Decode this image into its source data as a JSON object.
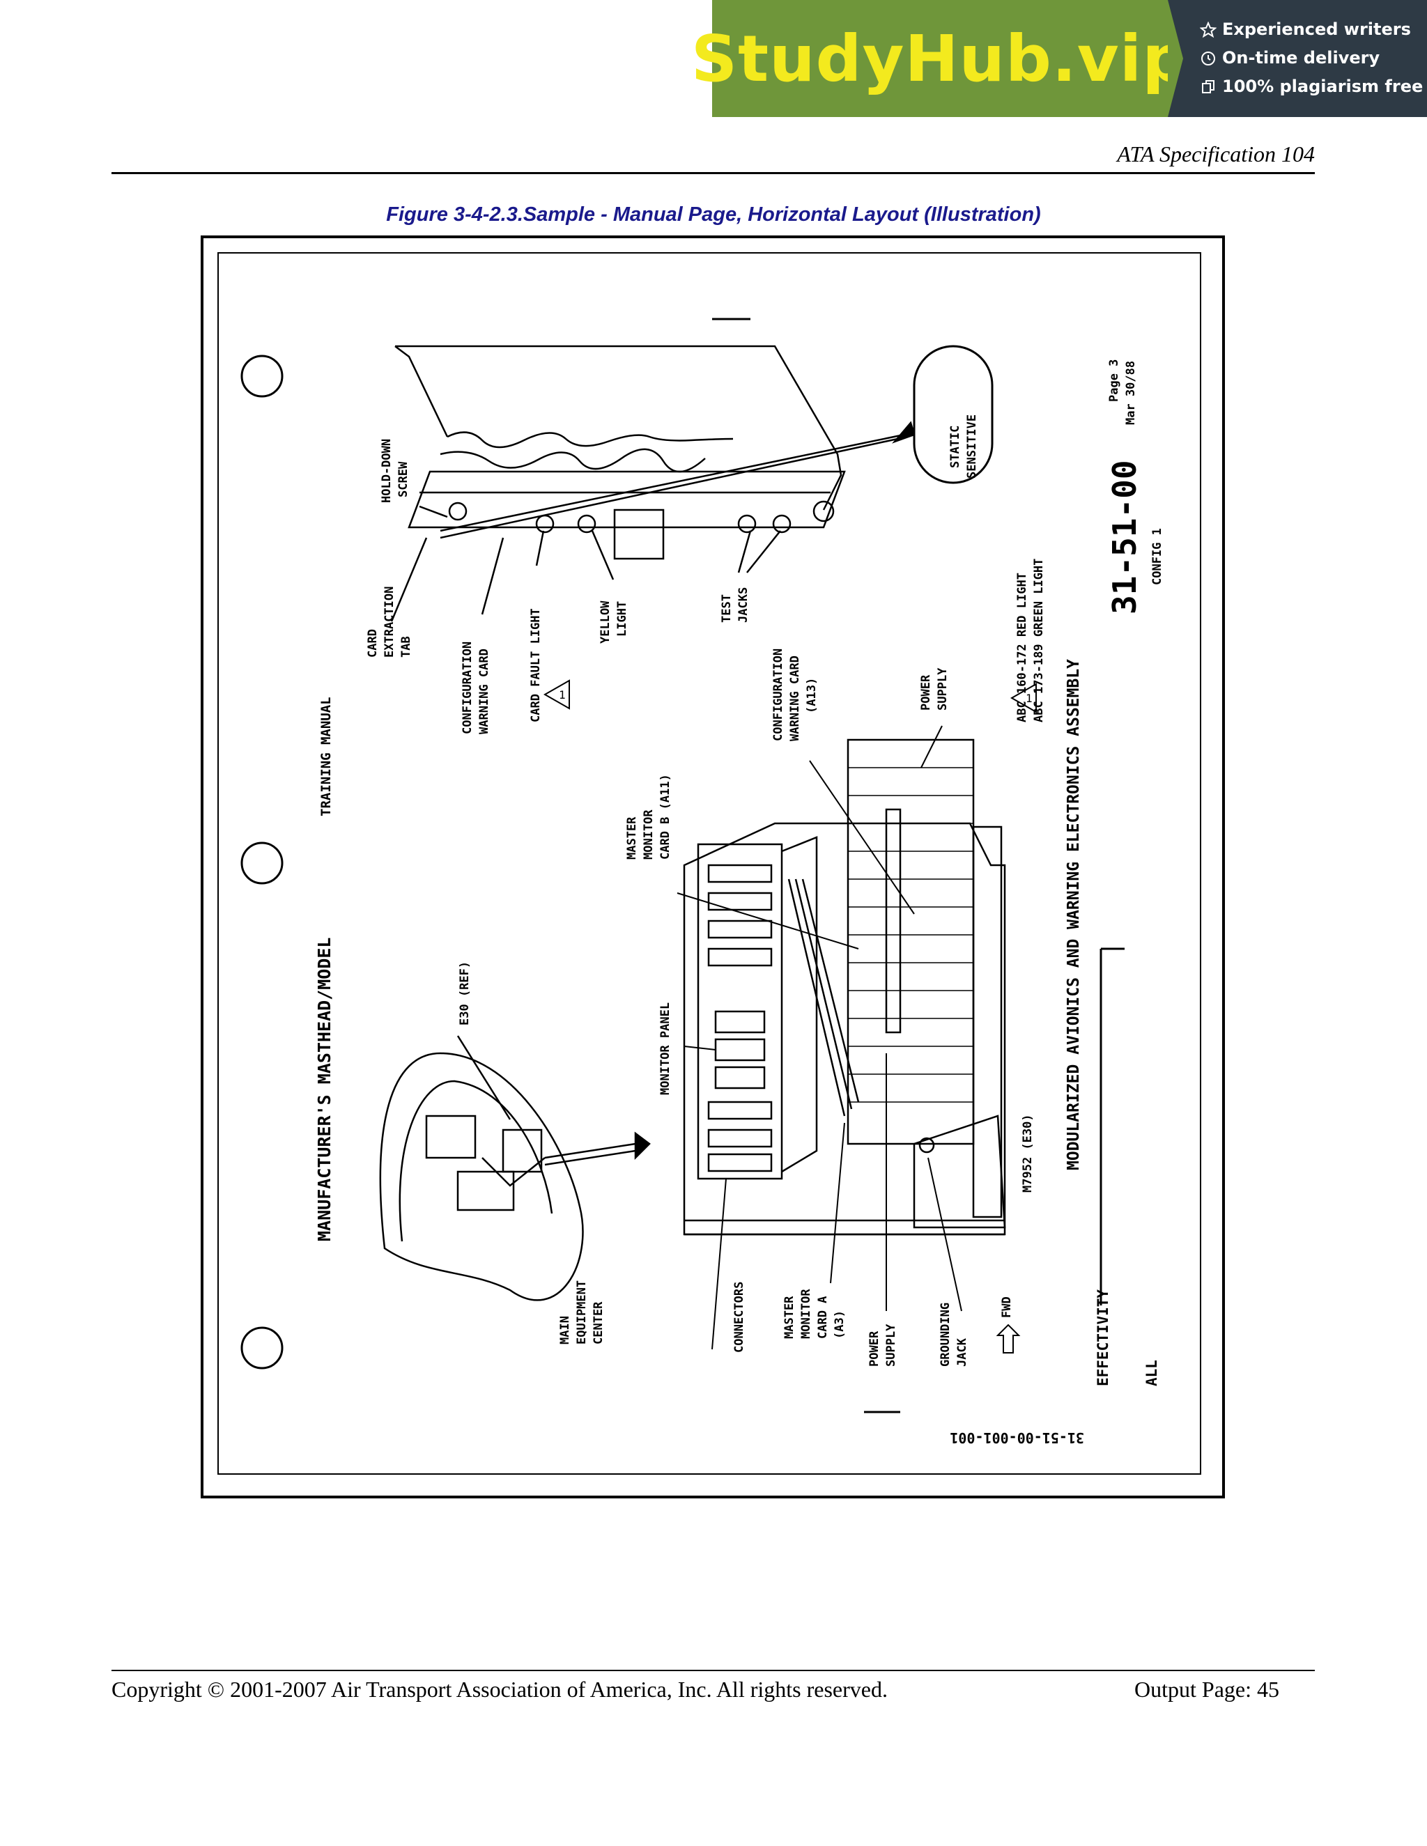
{
  "banner": {
    "logo": "StudyHub.vip",
    "perks": [
      "Experienced writers",
      "On-time delivery",
      "100% plagiarism free"
    ]
  },
  "header": {
    "title": "ATA Specification 104"
  },
  "figure": {
    "caption": "Figure 3-4-2.3.Sample - Manual Page, Horizontal Layout (Illustration)"
  },
  "illustration": {
    "masthead": "MANUFACTURER'S MASTHEAD/MODEL",
    "manual_type": "TRAINING MANUAL",
    "labels": {
      "hold_down_screw": [
        "HOLD-DOWN",
        "SCREW"
      ],
      "card_extraction_tab": [
        "CARD",
        "EXTRACTION",
        "TAB"
      ],
      "configuration_warning_card": [
        "CONFIGURATION",
        "WARNING CARD"
      ],
      "card_fault_light": "CARD FAULT LIGHT",
      "yellow_light": [
        "YELLOW",
        "LIGHT"
      ],
      "test_jacks": [
        "TEST",
        "JACKS"
      ],
      "configuration_warning_card_a13": [
        "CONFIGURATION",
        "WARNING CARD",
        "(A13)"
      ],
      "power_supply_top": [
        "POWER",
        "SUPPLY"
      ],
      "master_monitor_card_b": [
        "MASTER",
        "MONITOR",
        "CARD B (A11)"
      ],
      "monitor_panel": "MONITOR PANEL",
      "e30_ref": "E30 (REF)",
      "static_sensitive": [
        "STATIC",
        "SENSITIVE"
      ],
      "m7952": "M7952 (E30)",
      "main_equipment_center": [
        "MAIN",
        "EQUIPMENT",
        "CENTER"
      ],
      "connectors": "CONNECTORS",
      "master_monitor_card_a": [
        "MASTER",
        "MONITOR",
        "CARD A",
        "(A3)"
      ],
      "power_supply_bottom": [
        "POWER",
        "SUPPLY"
      ],
      "grounding_jack": [
        "GROUNDING",
        "JACK"
      ],
      "fwd": "FWD",
      "note_marker": "1"
    },
    "notes": [
      "ABC 160-172 RED LIGHT",
      "ABC 173-189 GREEN LIGHT"
    ],
    "assembly_title": "MODULARIZED AVIONICS AND WARNING ELECTRONICS ASSEMBLY",
    "effectivity": "EFFECTIVITY",
    "effectivity_value": "ALL",
    "doc_number": "31-51-00",
    "config": "CONFIG 1",
    "page": "Page 3",
    "date": "Mar 30/88",
    "figure_id": "31-51-00-001-001"
  },
  "footer": {
    "copyright": "Copyright © 2001-2007 Air Transport Association of America, Inc.  All rights reserved.",
    "output_page": "Output Page: 45"
  }
}
